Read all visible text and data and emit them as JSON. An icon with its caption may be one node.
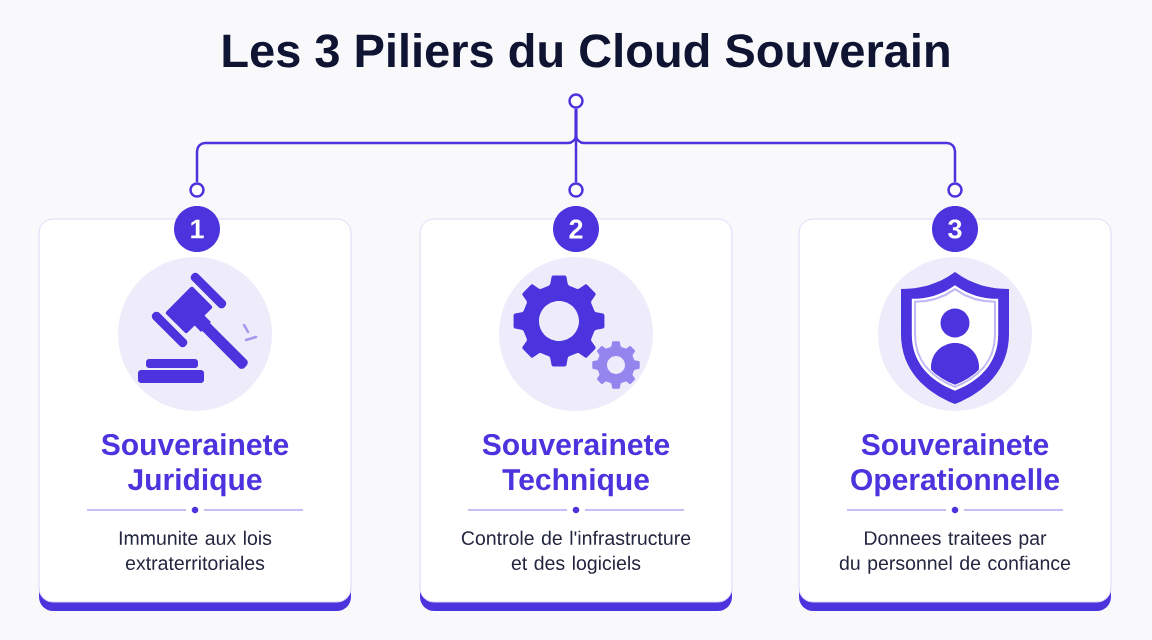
{
  "diagram": {
    "title": "Les 3 Piliers du Cloud Souverain",
    "nodes": [
      {
        "text": [],
        "shape": "circle"
      },
      {
        "text": [],
        "shape": "circle"
      },
      {
        "text": [
          "1"
        ]
      },
      {
        "text": [
          "Souverainete Juridique",
          "Immunite aux lois extraterritoriales"
        ]
      },
      {
        "text": [],
        "shape": "circle"
      },
      {
        "text": [
          "2"
        ]
      },
      {
        "text": [
          "Souverainete Technique",
          "Controle de l'infrastructure et des logiciels"
        ]
      },
      {
        "text": [],
        "shape": "circle"
      },
      {
        "text": [
          "3"
        ]
      },
      {
        "text": [
          "Souverainete Operationnelle",
          "Donnees traitees par du personnel de confiance"
        ]
      }
    ],
    "edges": [
      {
        "from": 0,
        "to": 1,
        "arrow": "none"
      },
      {
        "from": 0,
        "to": 4,
        "arrow": "none"
      },
      {
        "from": 0,
        "to": 7,
        "arrow": "none"
      }
    ]
  }
}
